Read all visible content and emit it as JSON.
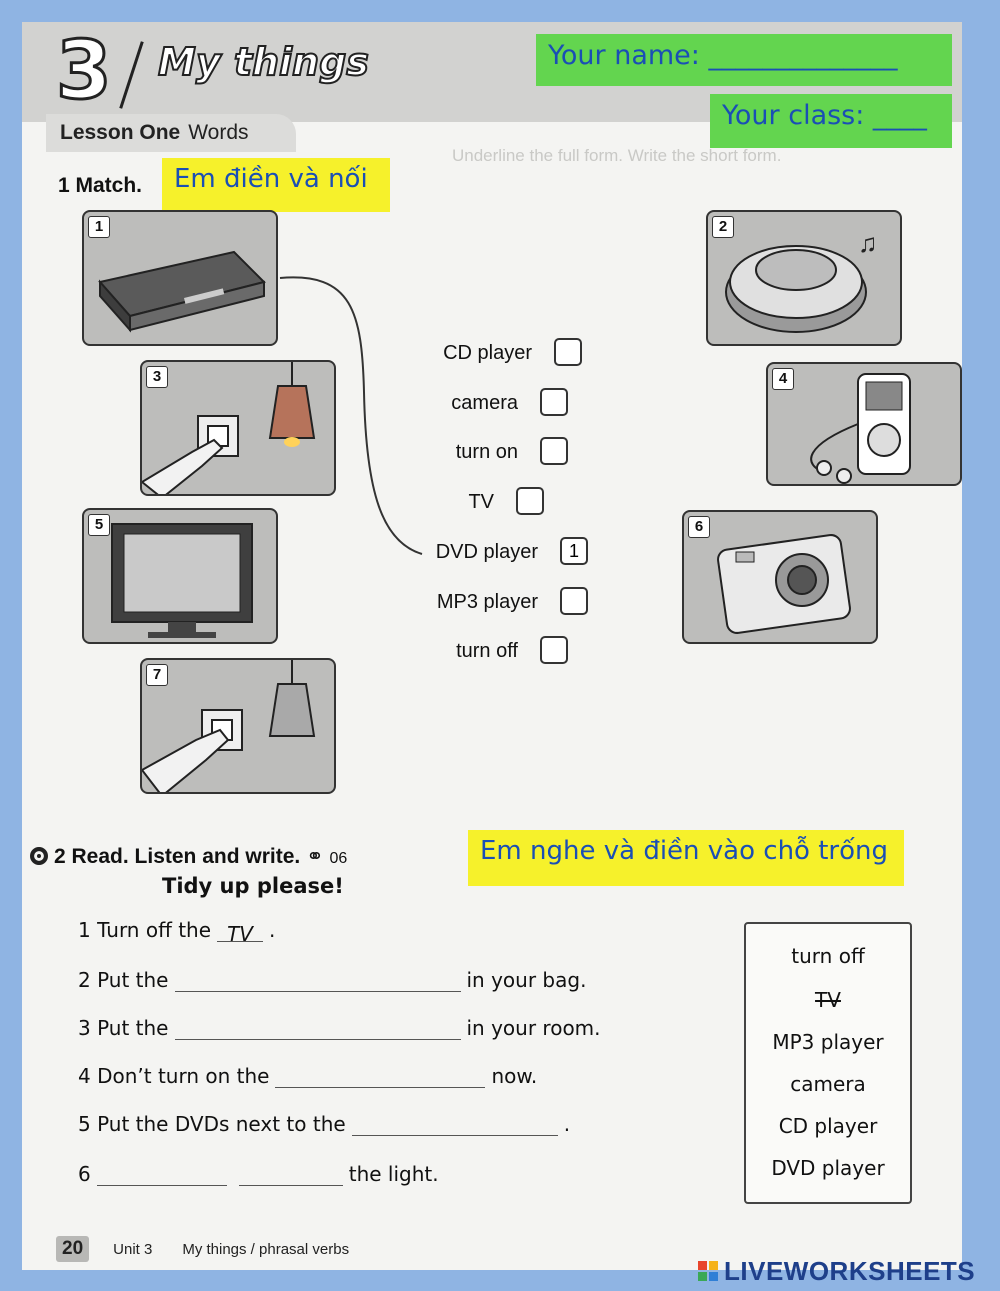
{
  "header": {
    "unit_number": "3",
    "unit_title": "My things",
    "lesson_label": "Lesson One",
    "lesson_sub": "Words"
  },
  "name_field": {
    "label": "Your name: ______________"
  },
  "class_field": {
    "label": "Your class: ____"
  },
  "exercise1": {
    "title": "1 Match.",
    "instruction": "Em điền và nối",
    "pictures": [
      {
        "number": "1",
        "icon": "dvd-player-icon"
      },
      {
        "number": "2",
        "icon": "cd-player-icon"
      },
      {
        "number": "3",
        "icon": "light-switch-on-icon"
      },
      {
        "number": "4",
        "icon": "mp3-player-icon"
      },
      {
        "number": "5",
        "icon": "tv-icon"
      },
      {
        "number": "6",
        "icon": "camera-icon"
      },
      {
        "number": "7",
        "icon": "light-switch-off-icon"
      }
    ],
    "items": [
      {
        "label": "CD player",
        "answer": ""
      },
      {
        "label": "camera",
        "answer": ""
      },
      {
        "label": "turn on",
        "answer": ""
      },
      {
        "label": "TV",
        "answer": ""
      },
      {
        "label": "DVD player",
        "answer": "1"
      },
      {
        "label": "MP3 player",
        "answer": ""
      },
      {
        "label": "turn off",
        "answer": ""
      }
    ]
  },
  "exercise2": {
    "title": "2 Read. Listen and write.",
    "track": "06",
    "instruction": "Em nghe và điền vào chỗ trống",
    "subtitle": "Tidy up please!",
    "sentences": [
      {
        "pre": "1 Turn off the",
        "blank": "TV",
        "post": "."
      },
      {
        "pre": "2 Put the",
        "blank": "",
        "post": "in your bag."
      },
      {
        "pre": "3 Put the",
        "blank": "",
        "post": "in your room."
      },
      {
        "pre": "4 Don’t turn on the",
        "blank": "",
        "post": "now."
      },
      {
        "pre": "5 Put the DVDs next to the",
        "blank": "",
        "post": "."
      },
      {
        "pre": "6",
        "blank": "",
        "post": "the light."
      }
    ],
    "word_bank": [
      "turn off",
      "TV",
      "MP3 player",
      "camera",
      "CD player",
      "DVD player"
    ]
  },
  "footer": {
    "page_number": "20",
    "unit": "Unit 3",
    "topic": "My things / phrasal verbs"
  },
  "watermark": "LIVEWORKSHEETS",
  "colors": {
    "green": "#63d54f",
    "yellow": "#f6f12b",
    "blue_text": "#1a4fb5",
    "border": "#8fb4e3"
  }
}
